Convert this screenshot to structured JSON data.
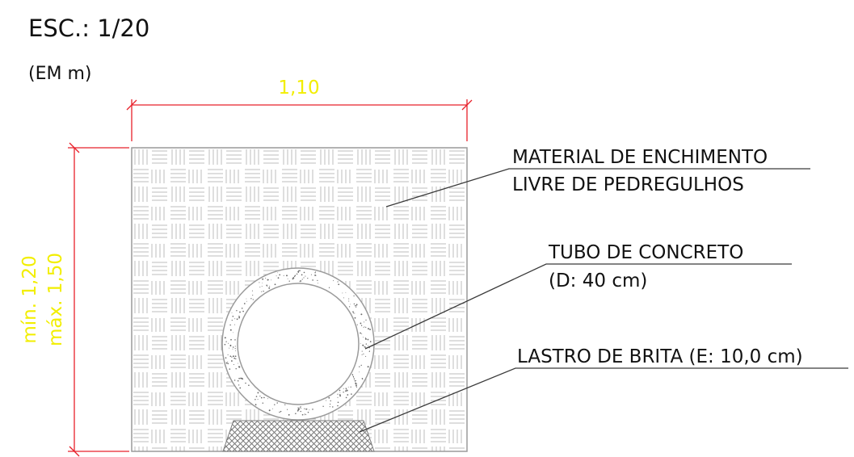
{
  "header": {
    "scale": "ESC.: 1/20",
    "units": "(EM m)"
  },
  "dimensions": {
    "width": "1,10",
    "depth_min": "mín. 1,20",
    "depth_max": "máx. 1,50"
  },
  "callouts": {
    "fill_line1": "MATERIAL DE ENCHIMENTO",
    "fill_line2": "LIVRE DE PEDREGULHOS",
    "pipe_line1": "TUBO DE CONCRETO",
    "pipe_line2": "(D: 40 cm)",
    "bedding": "LASTRO DE BRITA (E: 10,0 cm)"
  },
  "colors": {
    "dimension_line": "#e8202a",
    "dimension_text": "#f2ee00",
    "hatch": "#bdbdbd",
    "outline": "#9a9a9a",
    "leader": "#3a3a3a",
    "text": "#111111"
  }
}
